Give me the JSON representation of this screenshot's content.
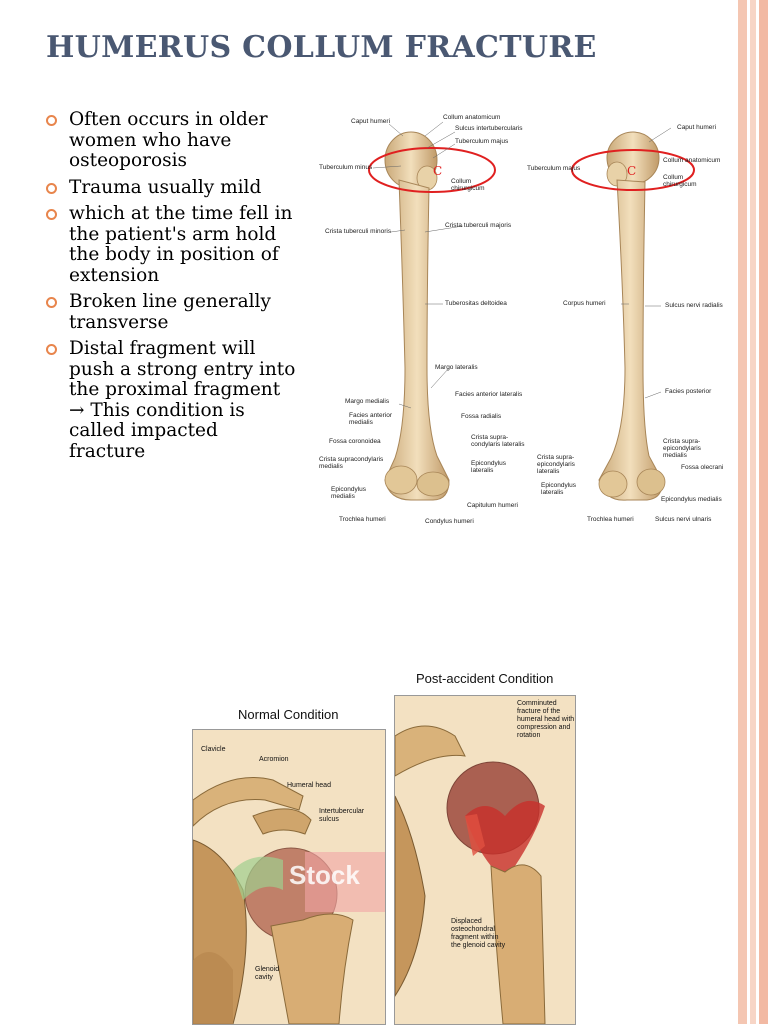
{
  "slide": {
    "title": "HUMERUS COLLUM FRACTURE",
    "accent_color": "#e8854c",
    "title_color": "#4a5872",
    "bullets": [
      "Often occurs in older women who have osteoporosis",
      "Trauma usually mild",
      "which at the time fell in the patient's arm hold the body in position of extension",
      "Broken line generally transverse",
      "Distal fragment will push a strong entry into the proximal fragment → This condition is called impacted fracture"
    ]
  },
  "anatomy": {
    "marker": "C",
    "marker_color": "#e02020",
    "left_labels": {
      "caput_humeri": "Caput humeri",
      "collum_anatomicum": "Collum anatomicum",
      "sulcus_intertubercularis": "Sulcus intertubercularis",
      "tuberculum_majus": "Tuberculum majus",
      "tuberculum_minus": "Tuberculum minus",
      "collum_chirurgicum": "Collum chirurgicum",
      "crista_tuberculi_minoris": "Crista tuberculi minoris",
      "crista_tuberculi_majoris": "Crista tuberculi majoris",
      "tuberositas_deltoidea": "Tuberositas deltoidea",
      "margo_lateralis": "Margo lateralis",
      "margo_medialis": "Margo medialis",
      "facies_anterior_lateralis": "Facies anterior lateralis",
      "facies_anterior_medialis": "Facies anterior medialis",
      "fossa_radialis": "Fossa radialis",
      "fossa_coronoidea": "Fossa coronoidea",
      "crista_supracondylaris_lateralis": "Crista supra-condylaris lateralis",
      "crista_supracondylaris_medialis": "Crista supracondylaris medialis",
      "epicondylus_lateralis": "Epicondylus lateralis",
      "epicondylus_medialis": "Epicondylus medialis",
      "capitulum_humeri": "Capitulum humeri",
      "trochlea_humeri": "Trochlea humeri",
      "condylus_humeri": "Condylus humeri"
    },
    "right_labels": {
      "caput_humeri": "Caput humeri",
      "tuberculum_majus": "Tuberculum majus",
      "collum_anatomicum": "Collum anatomicum",
      "collum_chirurgicum": "Collum chirurgicum",
      "corpus_humeri": "Corpus humeri",
      "sulcus_nervi_radialis": "Sulcus nervi radialis",
      "facies_posterior": "Facies posterior",
      "crista_supraepicondylaris_medialis": "Crista supra-epicondylaris medialis",
      "crista_supraepicondylaris_lateralis": "Crista supra-epicondylaris lateralis",
      "fossa_olecrani": "Fossa olecrani",
      "epicondylus_lateralis": "Epicondylus lateralis",
      "epicondylus_medialis": "Epicondylus medialis",
      "trochlea_humeri": "Trochlea humeri",
      "sulcus_nervi_ulnaris": "Sulcus nervi ulnaris"
    }
  },
  "shoulder_figure": {
    "normal_title": "Normal Condition",
    "post_title": "Post-accident Condition",
    "normal_labels": {
      "clavicle": "Clavicle",
      "acromion": "Acromion",
      "humeral_head": "Humeral head",
      "intertubercular_sulcus": "Intertubercular sulcus",
      "glenoid_cavity": "Glenoid cavity"
    },
    "post_labels": {
      "comminuted": "Comminuted fracture of the humeral head with compression and rotation",
      "displaced": "Displaced osteochondral fragment within the glenoid cavity"
    },
    "watermark": "Stock"
  }
}
